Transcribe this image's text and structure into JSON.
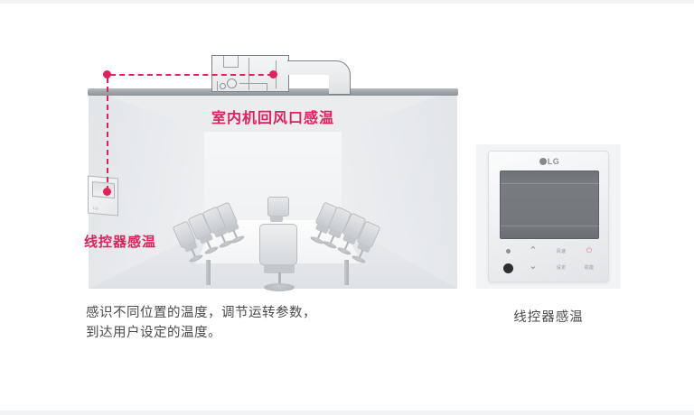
{
  "scene": {
    "room_label": "室内机回风口感温",
    "wire_controller_label": "线控器感温",
    "caption_line1": "感识不同位置的温度，调节运转参数，",
    "caption_line2": "到达用户设定的温度。"
  },
  "remote": {
    "brand": "LG",
    "caption": "线控器感温",
    "buttons": [
      {
        "name": "indicator-dot",
        "label": ""
      },
      {
        "name": "up-arrow",
        "label": "⌃"
      },
      {
        "name": "fan-speed",
        "label": "风速"
      },
      {
        "name": "power",
        "label": "⏻"
      },
      {
        "name": "mode-dot",
        "label": ""
      },
      {
        "name": "down-arrow",
        "label": "⌄"
      },
      {
        "name": "set",
        "label": "设定"
      },
      {
        "name": "function",
        "label": "机能"
      }
    ]
  },
  "colors": {
    "accent_pink": "#e0215c",
    "text_grey": "#4a4a4a",
    "ceiling_grey": "#9ea3a8"
  }
}
